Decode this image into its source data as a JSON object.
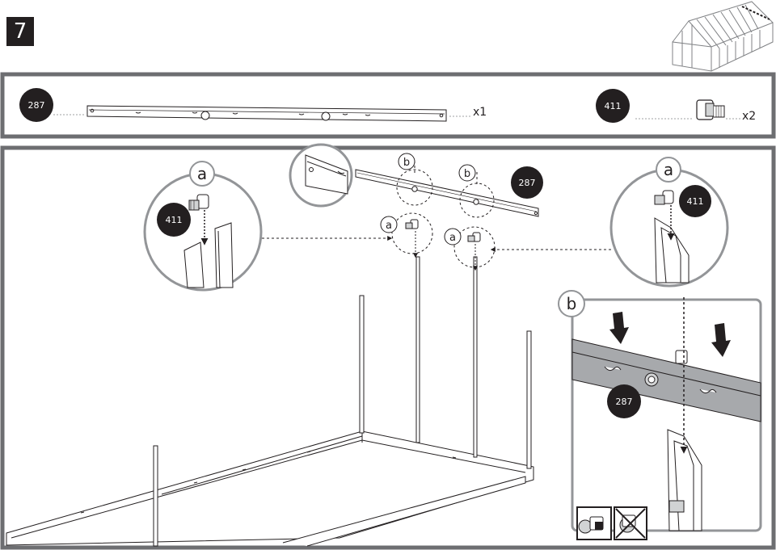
{
  "step": {
    "number": "7"
  },
  "parts_box": {
    "items": [
      {
        "badge": "287",
        "quantity": "x1"
      },
      {
        "badge": "411",
        "quantity": "x2"
      }
    ]
  },
  "assembly": {
    "callouts": {
      "left_detail": {
        "letter": "a",
        "badge": "411"
      },
      "right_detail": {
        "letter": "a",
        "badge": "411"
      },
      "center": {
        "b1": "b",
        "b2": "b",
        "a1": "a",
        "a2": "a",
        "badge": "287"
      },
      "inset_b": {
        "letter": "b",
        "badge": "287"
      }
    }
  },
  "colors": {
    "ink": "#231f20",
    "frame": "#6d6e71",
    "panel_gray": "#a7a9ac",
    "circle_gray": "#939598"
  }
}
